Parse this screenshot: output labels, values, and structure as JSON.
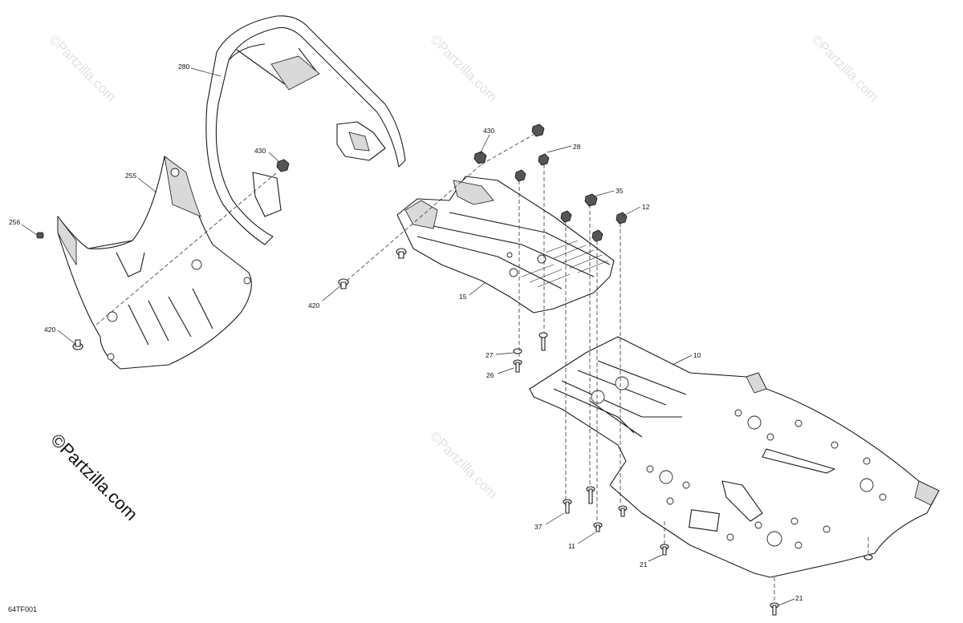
{
  "figure_code": "64TF001",
  "watermark_text": "©Partzilla.com",
  "callouts": [
    {
      "id": "280",
      "label": "280"
    },
    {
      "id": "255",
      "label": "255"
    },
    {
      "id": "256",
      "label": "256"
    },
    {
      "id": "430a",
      "label": "430"
    },
    {
      "id": "430b",
      "label": "430"
    },
    {
      "id": "420a",
      "label": "420"
    },
    {
      "id": "420b",
      "label": "420"
    },
    {
      "id": "28",
      "label": "28"
    },
    {
      "id": "35",
      "label": "35"
    },
    {
      "id": "12",
      "label": "12"
    },
    {
      "id": "15",
      "label": "15"
    },
    {
      "id": "27",
      "label": "27"
    },
    {
      "id": "26",
      "label": "26"
    },
    {
      "id": "10",
      "label": "10"
    },
    {
      "id": "37",
      "label": "37"
    },
    {
      "id": "11",
      "label": "11"
    },
    {
      "id": "21a",
      "label": "21"
    },
    {
      "id": "21b",
      "label": "21"
    }
  ]
}
